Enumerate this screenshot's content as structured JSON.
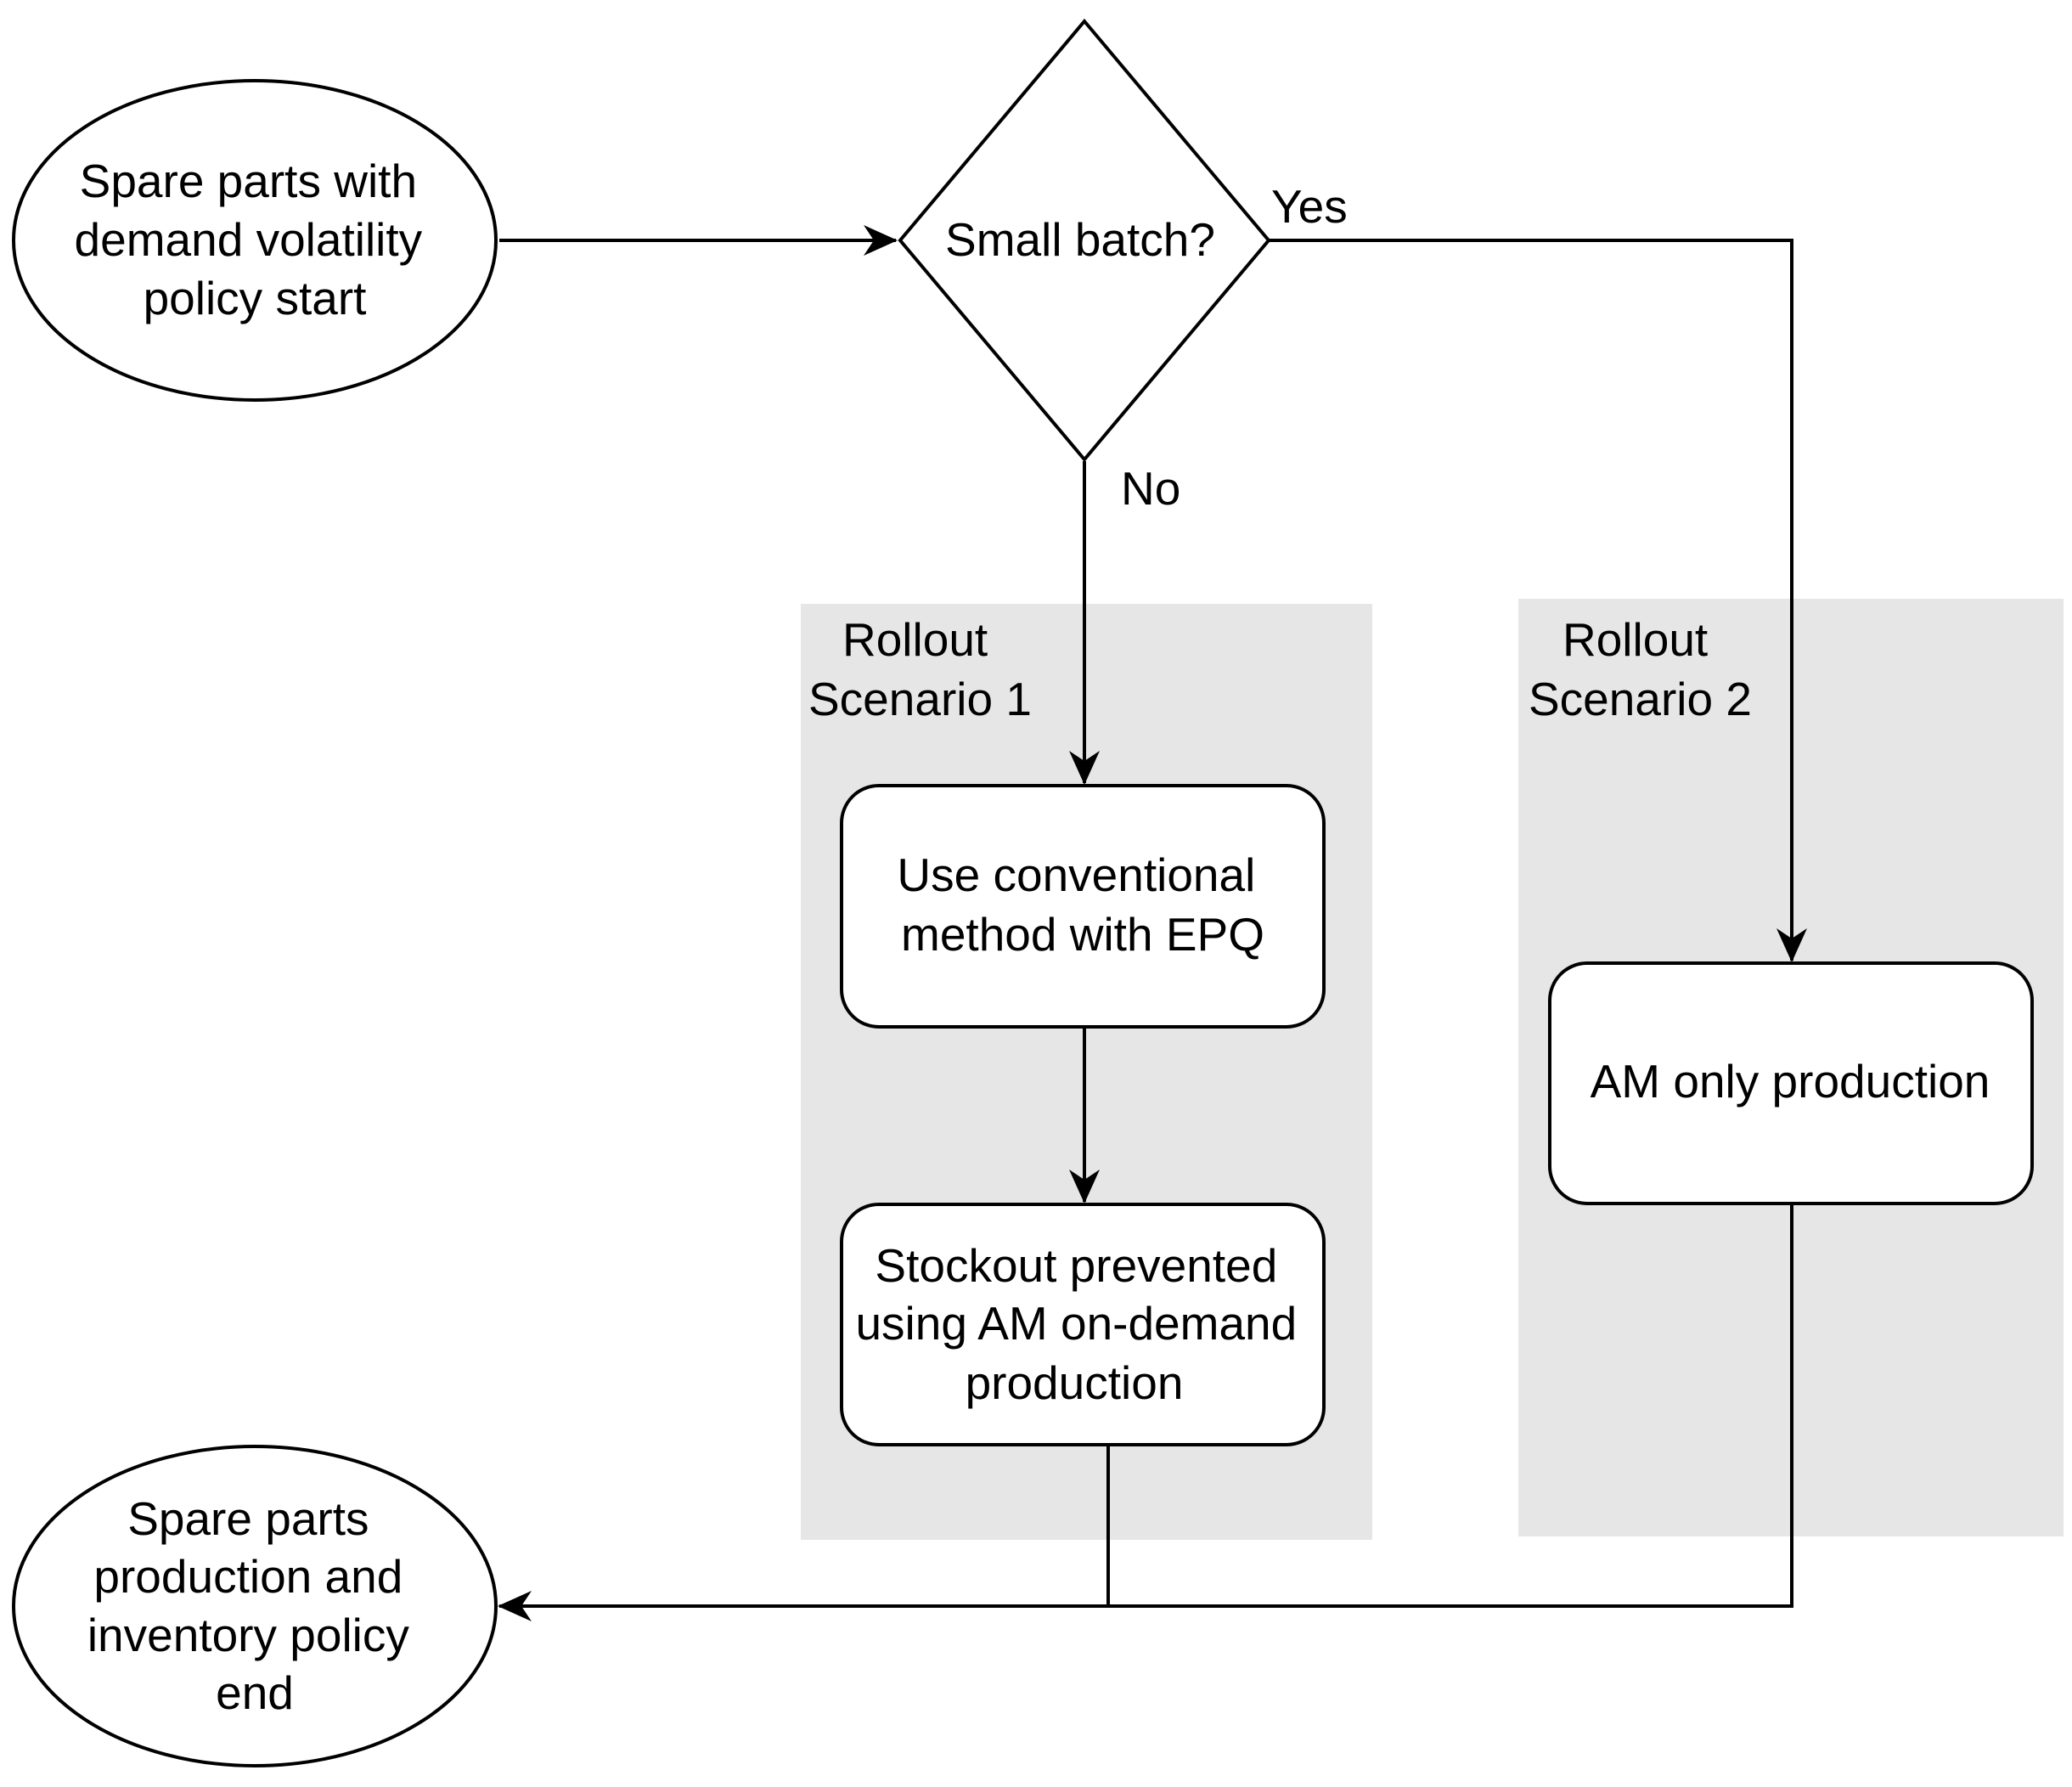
{
  "diagram": {
    "nodes": {
      "start": {
        "lines": [
          "Spare parts with",
          "demand volatility",
          "policy start"
        ]
      },
      "decision": {
        "lines": [
          "Small batch?"
        ]
      },
      "conventional": {
        "lines": [
          "Use conventional",
          "method with EPQ"
        ]
      },
      "stockout": {
        "lines": [
          "Stockout prevented",
          "using AM on-demand",
          "production"
        ]
      },
      "am_only": {
        "lines": [
          "AM only production"
        ]
      },
      "end": {
        "lines": [
          "Spare parts",
          "production and",
          "inventory policy",
          "end"
        ]
      }
    },
    "regions": {
      "scenario1": {
        "lines": [
          "Rollout",
          "Scenario 1"
        ]
      },
      "scenario2": {
        "lines": [
          "Rollout",
          "Scenario 2"
        ]
      }
    },
    "edge_labels": {
      "yes": "Yes",
      "no": "No"
    }
  }
}
